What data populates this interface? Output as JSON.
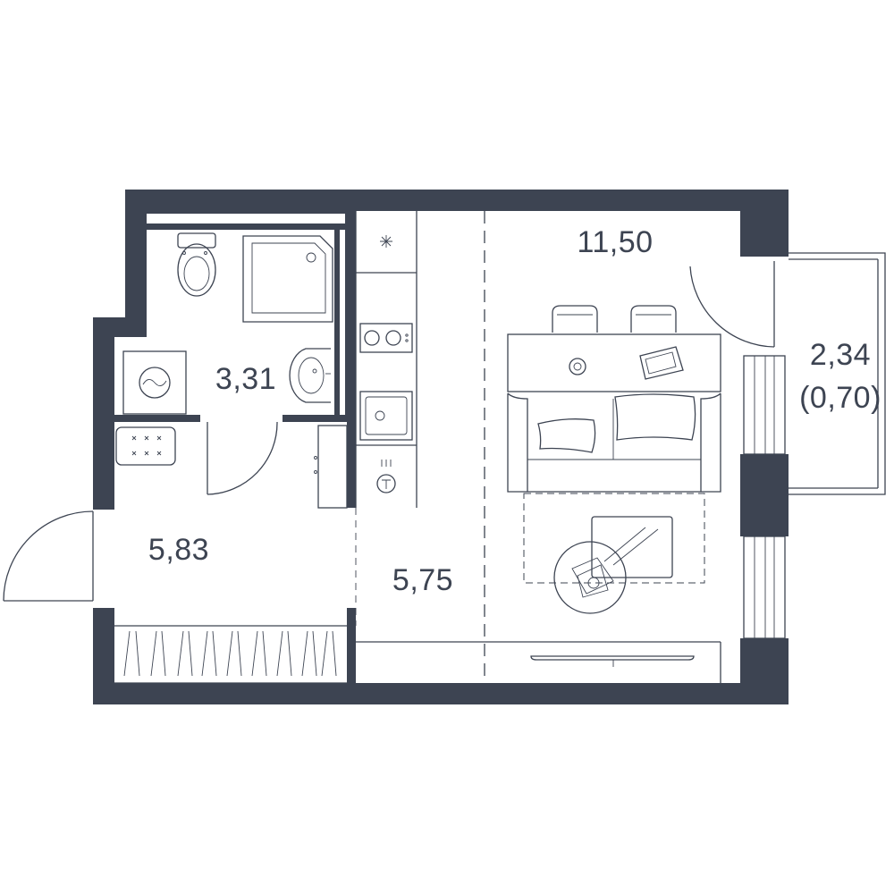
{
  "rooms": {
    "bathroom": {
      "area": "3,31"
    },
    "hallway": {
      "area": "5,83"
    },
    "kitchen": {
      "area": "5,75"
    },
    "living": {
      "area": "11,50"
    },
    "balcony": {
      "area": "2,34",
      "area_reduced": "(0,70)"
    }
  },
  "colors": {
    "wall": "#3d4452",
    "background": "#ffffff"
  }
}
